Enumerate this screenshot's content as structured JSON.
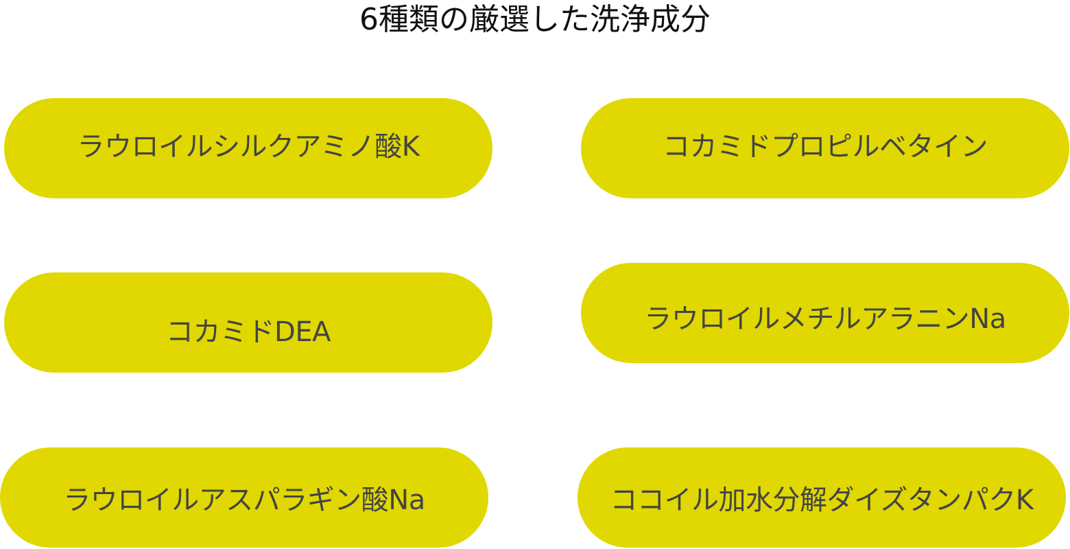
{
  "title": "6種類の厳選した洗浄成分",
  "colors": {
    "pill_background": "#e0d800",
    "pill_text": "#444444",
    "title_text": "#111111",
    "page_background": "#ffffff"
  },
  "ingredients": [
    {
      "label": "ラウロイルシルクアミノ酸K"
    },
    {
      "label": "コカミドプロピルベタイン"
    },
    {
      "label": "コカミドDEA"
    },
    {
      "label": "ラウロイルメチルアラニンNa"
    },
    {
      "label": "ラウロイルアスパラギン酸Na"
    },
    {
      "label": "ココイル加水分解ダイズタンパクK"
    }
  ]
}
